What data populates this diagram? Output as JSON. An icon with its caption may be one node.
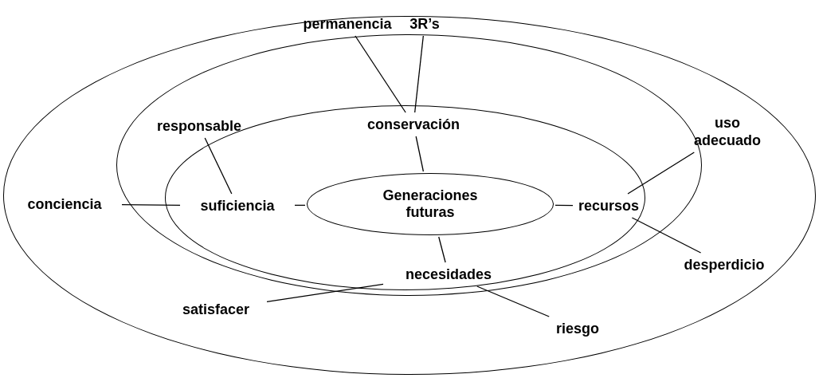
{
  "diagram": {
    "nodes": [
      {
        "text": [],
        "shape": "ellipse"
      },
      {
        "text": [],
        "shape": "ellipse",
        "in": 0
      },
      {
        "text": [],
        "shape": "ellipse",
        "in": 1
      },
      {
        "text": [
          "Generaciones futuras"
        ],
        "in": 2
      },
      {
        "text": [
          "permanencia"
        ],
        "in": 0
      },
      {
        "text": [
          "3R’s"
        ],
        "in": 0
      },
      {
        "text": [
          "responsable"
        ],
        "in": 1
      },
      {
        "text": [
          "conservación"
        ],
        "in": 2
      },
      {
        "text": [
          "uso adecuado"
        ],
        "in": 0
      },
      {
        "text": [
          "conciencia"
        ],
        "in": 0
      },
      {
        "text": [
          "suficiencia"
        ],
        "in": 2
      },
      {
        "text": [
          "recursos"
        ],
        "in": 2
      },
      {
        "text": [
          "desperdicio"
        ],
        "in": 0
      },
      {
        "text": [
          "necesidades"
        ],
        "in": 2
      },
      {
        "text": [
          "satisfacer"
        ],
        "in": 0
      },
      {
        "text": [
          "riesgo"
        ],
        "in": 0
      }
    ],
    "edges": [
      {
        "from": 4,
        "to": 7,
        "arrow": "none"
      },
      {
        "from": 5,
        "to": 7,
        "arrow": "none"
      },
      {
        "from": 6,
        "to": 10,
        "arrow": "none"
      },
      {
        "from": 7,
        "to": 3,
        "arrow": "none"
      },
      {
        "from": 9,
        "to": 10,
        "arrow": "none"
      },
      {
        "from": 10,
        "to": 3,
        "arrow": "none"
      },
      {
        "from": 3,
        "to": 11,
        "arrow": "none"
      },
      {
        "from": 8,
        "to": 11,
        "arrow": "none"
      },
      {
        "from": 12,
        "to": 11,
        "arrow": "none"
      },
      {
        "from": 13,
        "to": 3,
        "arrow": "none"
      },
      {
        "from": 14,
        "to": 13,
        "arrow": "none"
      },
      {
        "from": 15,
        "to": 13,
        "arrow": "none"
      }
    ]
  }
}
